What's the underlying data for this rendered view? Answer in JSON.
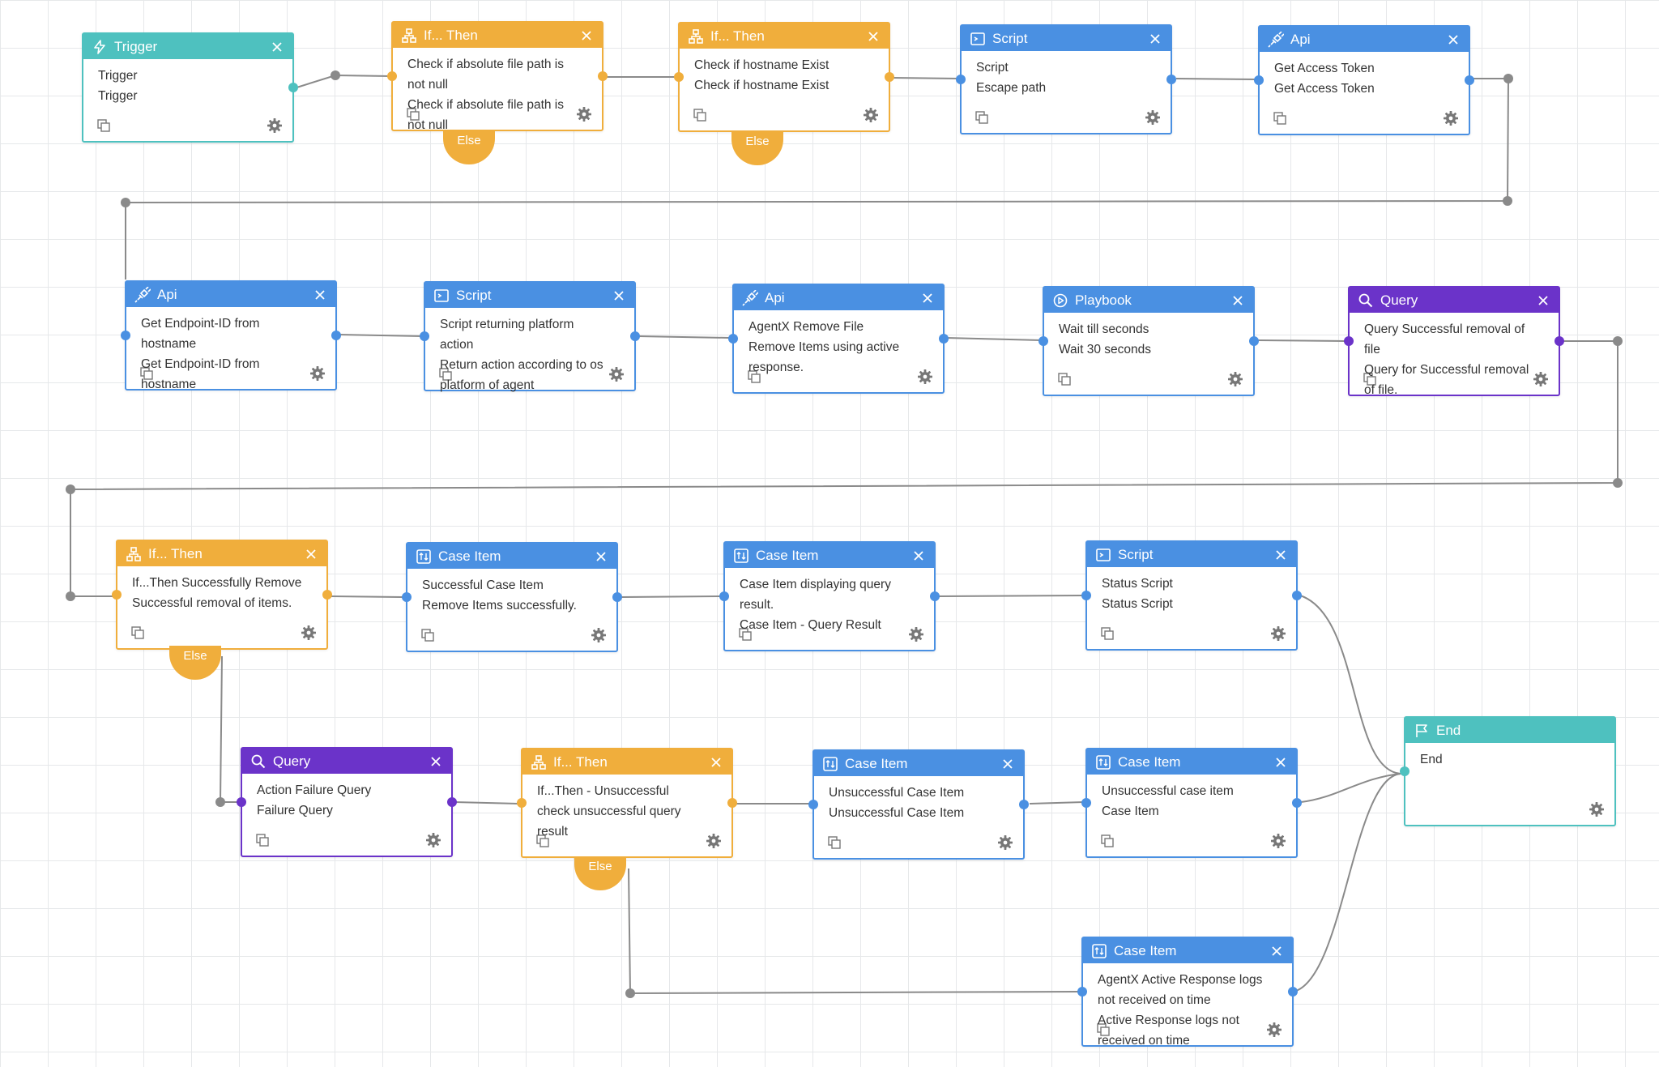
{
  "colors": {
    "trigger": "#4ec1bf",
    "if_then": "#f0ae3c",
    "script_api_case": "#4a90e2",
    "query": "#6b33c9",
    "end": "#4ec1bf",
    "edge": "#8a8a8a"
  },
  "else_label": "Else",
  "nodes": {
    "n1": {
      "type": "Trigger",
      "icon": "lightning-icon",
      "title": "Trigger",
      "lines": [
        "Trigger",
        "Trigger"
      ]
    },
    "n2": {
      "type": "If... Then",
      "icon": "flowchart-icon",
      "title": "If... Then",
      "lines": [
        "Check if absolute file path is",
        "not null",
        "Check if absolute file path is",
        "not null"
      ]
    },
    "n3": {
      "type": "If... Then",
      "icon": "flowchart-icon",
      "title": "If... Then",
      "lines": [
        "Check if hostname Exist",
        "Check if hostname Exist"
      ]
    },
    "n4": {
      "type": "Script",
      "icon": "terminal-icon",
      "title": "Script",
      "lines": [
        "Script",
        "Escape path"
      ]
    },
    "n5": {
      "type": "Api",
      "icon": "plug-icon",
      "title": "Api",
      "lines": [
        "Get Access Token",
        "Get Access Token"
      ]
    },
    "n6": {
      "type": "Api",
      "icon": "plug-icon",
      "title": "Api",
      "lines": [
        "Get Endpoint-ID from",
        "hostname",
        "Get Endpoint-ID from",
        "hostname"
      ]
    },
    "n7": {
      "type": "Script",
      "icon": "terminal-icon",
      "title": "Script",
      "lines": [
        "Script returning platform",
        "action",
        "Return action according to os",
        "platform of agent"
      ]
    },
    "n8": {
      "type": "Api",
      "icon": "plug-icon",
      "title": "Api",
      "lines": [
        "AgentX Remove File",
        "Remove Items using active",
        "response."
      ]
    },
    "n9": {
      "type": "Playbook",
      "icon": "play-icon",
      "title": "Playbook",
      "lines": [
        "Wait till seconds",
        "Wait 30 seconds"
      ]
    },
    "n10": {
      "type": "Query",
      "icon": "search-icon",
      "title": "Query",
      "lines": [
        "Query Successful removal of",
        "file",
        "Query for Successful removal",
        "of file."
      ]
    },
    "n11": {
      "type": "If... Then",
      "icon": "flowchart-icon",
      "title": "If... Then",
      "lines": [
        "If...Then Successfully Remove",
        "Successful removal of items."
      ]
    },
    "n12": {
      "type": "Case Item",
      "icon": "case-item-icon",
      "title": "Case Item",
      "lines": [
        "Successful Case Item",
        "Remove Items successfully."
      ]
    },
    "n13": {
      "type": "Case Item",
      "icon": "case-item-icon",
      "title": "Case Item",
      "lines": [
        "Case Item displaying query",
        "result.",
        "Case Item - Query Result"
      ]
    },
    "n14": {
      "type": "Script",
      "icon": "terminal-icon",
      "title": "Script",
      "lines": [
        "Status Script",
        "Status Script"
      ]
    },
    "n15": {
      "type": "Query",
      "icon": "search-icon",
      "title": "Query",
      "lines": [
        "Action Failure Query",
        "Failure Query"
      ]
    },
    "n16": {
      "type": "If... Then",
      "icon": "flowchart-icon",
      "title": "If... Then",
      "lines": [
        "If...Then - Unsuccessful",
        "check unsuccessful query",
        "result"
      ]
    },
    "n17": {
      "type": "Case Item",
      "icon": "case-item-icon",
      "title": "Case Item",
      "lines": [
        "Unsuccessful Case Item",
        "Unsuccessful Case Item"
      ]
    },
    "n18": {
      "type": "Case Item",
      "icon": "case-item-icon",
      "title": "Case Item",
      "lines": [
        "Unsuccessful case item",
        "Case Item"
      ]
    },
    "n19": {
      "type": "Case Item",
      "icon": "case-item-icon",
      "title": "Case Item",
      "lines": [
        "AgentX Active Response logs",
        "not received on time",
        "Active Response logs not",
        "received on time"
      ]
    },
    "n20": {
      "type": "End",
      "icon": "flag-icon",
      "title": "End",
      "lines": [
        "End"
      ]
    }
  }
}
